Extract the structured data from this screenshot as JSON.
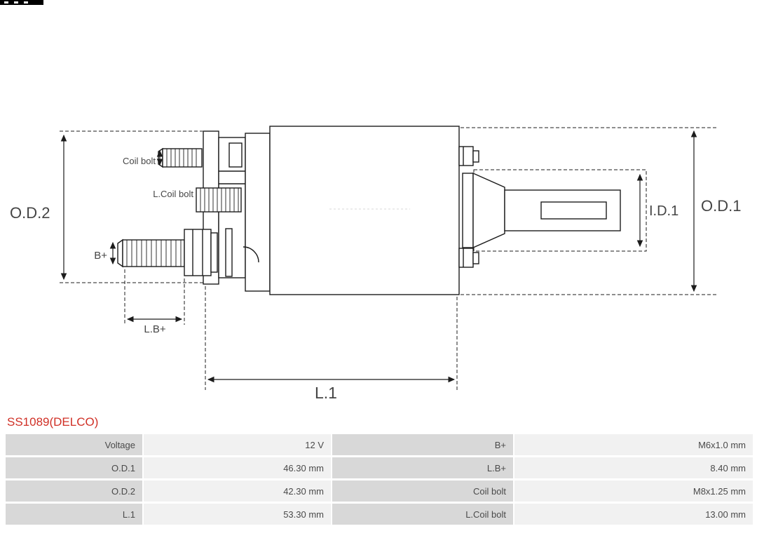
{
  "colors": {
    "accent_red": "#d03026",
    "line": "#1c1c1c",
    "label_text": "#4a4a4a",
    "table_label_bg": "#d8d8d8",
    "table_value_bg": "#f1f1f1"
  },
  "part_number": "SS1089(DELCO)",
  "diagram": {
    "labels": {
      "od2": "O.D.2",
      "od1": "O.D.1",
      "id1": "I.D.1",
      "l1": "L.1",
      "lb_plus": "L.B+",
      "b_plus": "B+",
      "coil_bolt": "Coil bolt",
      "l_coil_bolt": "L.Coil bolt"
    }
  },
  "table": {
    "rows": [
      {
        "label1": "Voltage",
        "value1": "12 V",
        "label2": "B+",
        "value2": "M6x1.0 mm"
      },
      {
        "label1": "O.D.1",
        "value1": "46.30 mm",
        "label2": "L.B+",
        "value2": "8.40 mm"
      },
      {
        "label1": "O.D.2",
        "value1": "42.30 mm",
        "label2": "Coil bolt",
        "value2": "M8x1.25 mm"
      },
      {
        "label1": "L.1",
        "value1": "53.30 mm",
        "label2": "L.Coil bolt",
        "value2": "13.00 mm"
      }
    ]
  }
}
